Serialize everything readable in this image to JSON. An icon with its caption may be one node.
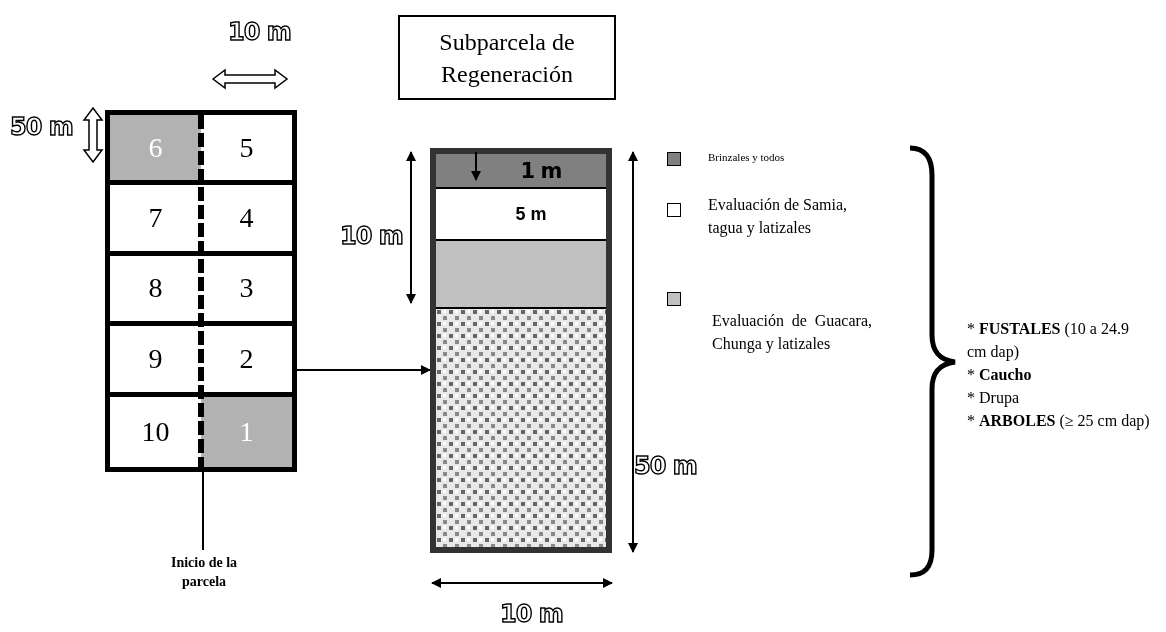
{
  "diagram": {
    "nodes": [
      {
        "text": [],
        "shape": "box"
      },
      {
        "text": [
          "6"
        ],
        "in": 0
      },
      {
        "text": [
          "5"
        ],
        "in": 0
      },
      {
        "text": [
          "7"
        ],
        "in": 0
      },
      {
        "text": [
          "4"
        ],
        "in": 0
      },
      {
        "text": [
          "8"
        ],
        "in": 0
      },
      {
        "text": [
          "3"
        ],
        "in": 0
      },
      {
        "text": [
          "9"
        ],
        "in": 0
      },
      {
        "text": [
          "2"
        ],
        "in": 0
      },
      {
        "text": [
          "10"
        ],
        "in": 0
      },
      {
        "text": [
          "1"
        ],
        "in": 0
      },
      {
        "text": [
          "Subparcela de Regeneración"
        ]
      },
      {
        "text": [],
        "shape": "box"
      },
      {
        "text": [
          "1 m"
        ],
        "in": 12
      },
      {
        "text": [
          "5 m"
        ],
        "in": 12
      },
      {
        "text": [],
        "shape": "box",
        "in": 12
      },
      {
        "text": [],
        "shape": "box",
        "in": 12
      },
      {
        "text": [
          "Inicio de la parcela"
        ]
      }
    ],
    "edges": [
      {
        "from": 0,
        "to": 12,
        "arrow": "to"
      },
      {
        "from": 17,
        "to": 0,
        "arrow": "none"
      }
    ],
    "labels": [
      "10 m",
      "50 m",
      "10 m",
      "50 m",
      "10 m",
      "* **FUSTALES** (10 a 24.9 cm dap)",
      "* **Caucho**",
      "* Drupa",
      "* **ARBOLES** (≥ 25 cm dap)"
    ],
    "legend": [
      {
        "text": "Brinzales y todos",
        "color": "#808080"
      },
      {
        "text": "Evaluación de Samia, tagua y latizales",
        "color": "#ffffff"
      },
      {
        "text": "Evaluación de Guacara, Chunga y latizales",
        "color": "#c0c0c0"
      }
    ]
  }
}
